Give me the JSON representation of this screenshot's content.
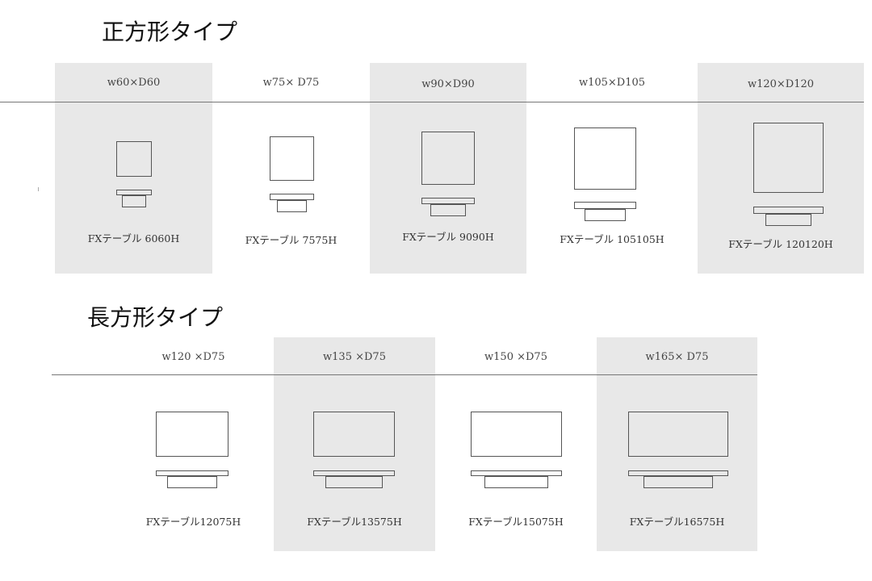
{
  "sections": [
    {
      "title": "正方形タイプ",
      "items": [
        {
          "size": "w60×D60",
          "name": "FXテーブル 6060H"
        },
        {
          "size": "w75× D75",
          "name": "FXテーブル 7575H"
        },
        {
          "size": "w90×D90",
          "name": "FXテーブル 9090H"
        },
        {
          "size": "w105×D105",
          "name": "FXテーブル 105105H"
        },
        {
          "size": "w120×D120",
          "name": "FXテーブル 120120H"
        }
      ]
    },
    {
      "title": "長方形タイプ",
      "items": [
        {
          "size": "w120 ×D75",
          "name": "FXテーブル12075H"
        },
        {
          "size": "w135 ×D75",
          "name": "FXテーブル13575H"
        },
        {
          "size": "w150 ×D75",
          "name": "FXテーブル15075H"
        },
        {
          "size": "w165× D75",
          "name": "FXテーブル16575H"
        }
      ]
    }
  ]
}
